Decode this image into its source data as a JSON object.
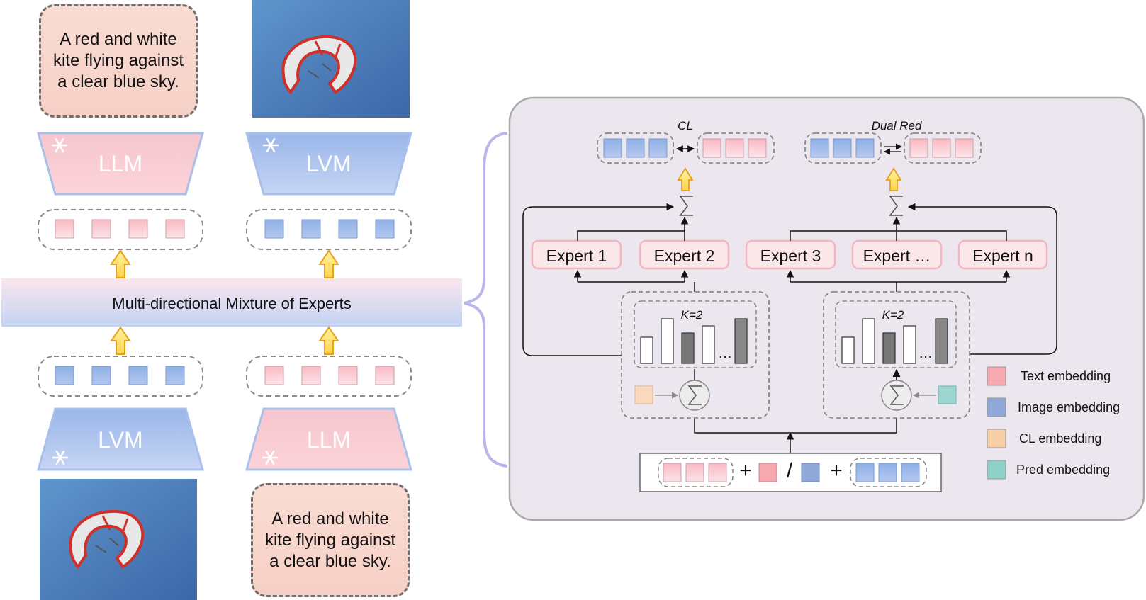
{
  "captions": {
    "top": "A red and white kite flying against a clear blue sky.",
    "bottom": "A red and white kite flying against a clear blue sky."
  },
  "encoders": {
    "top_left": "LLM",
    "top_right": "LVM",
    "bottom_left": "LVM",
    "bottom_right": "LLM"
  },
  "moe_label": "Multi-directional Mixture of Experts",
  "loss_labels": {
    "cl": "CL",
    "dual": "Dual Red"
  },
  "experts": [
    "Expert 1",
    "Expert 2",
    "Expert 3",
    "Expert …",
    "Expert n"
  ],
  "router": {
    "k_left": "K=2",
    "k_right": "K=2",
    "ellipsis": "…"
  },
  "input_ops": {
    "plus1": "+",
    "slash": "/",
    "plus2": "+"
  },
  "legend": [
    {
      "label": "Text embedding",
      "color": "#f7a9b0"
    },
    {
      "label": "Image embedding",
      "color": "#8fa8d8"
    },
    {
      "label": "CL embedding",
      "color": "#f8d0a8"
    },
    {
      "label": "Pred embedding",
      "color": "#8fd0c8"
    }
  ],
  "colors": {
    "text_embed": "#f7c2c8",
    "image_embed": "#9cb8e8",
    "panel_bg": "#ece6ef",
    "arrow_yellow": "#ffe066",
    "arrow_orange": "#f0a030",
    "sky": "#4a7cb8"
  }
}
